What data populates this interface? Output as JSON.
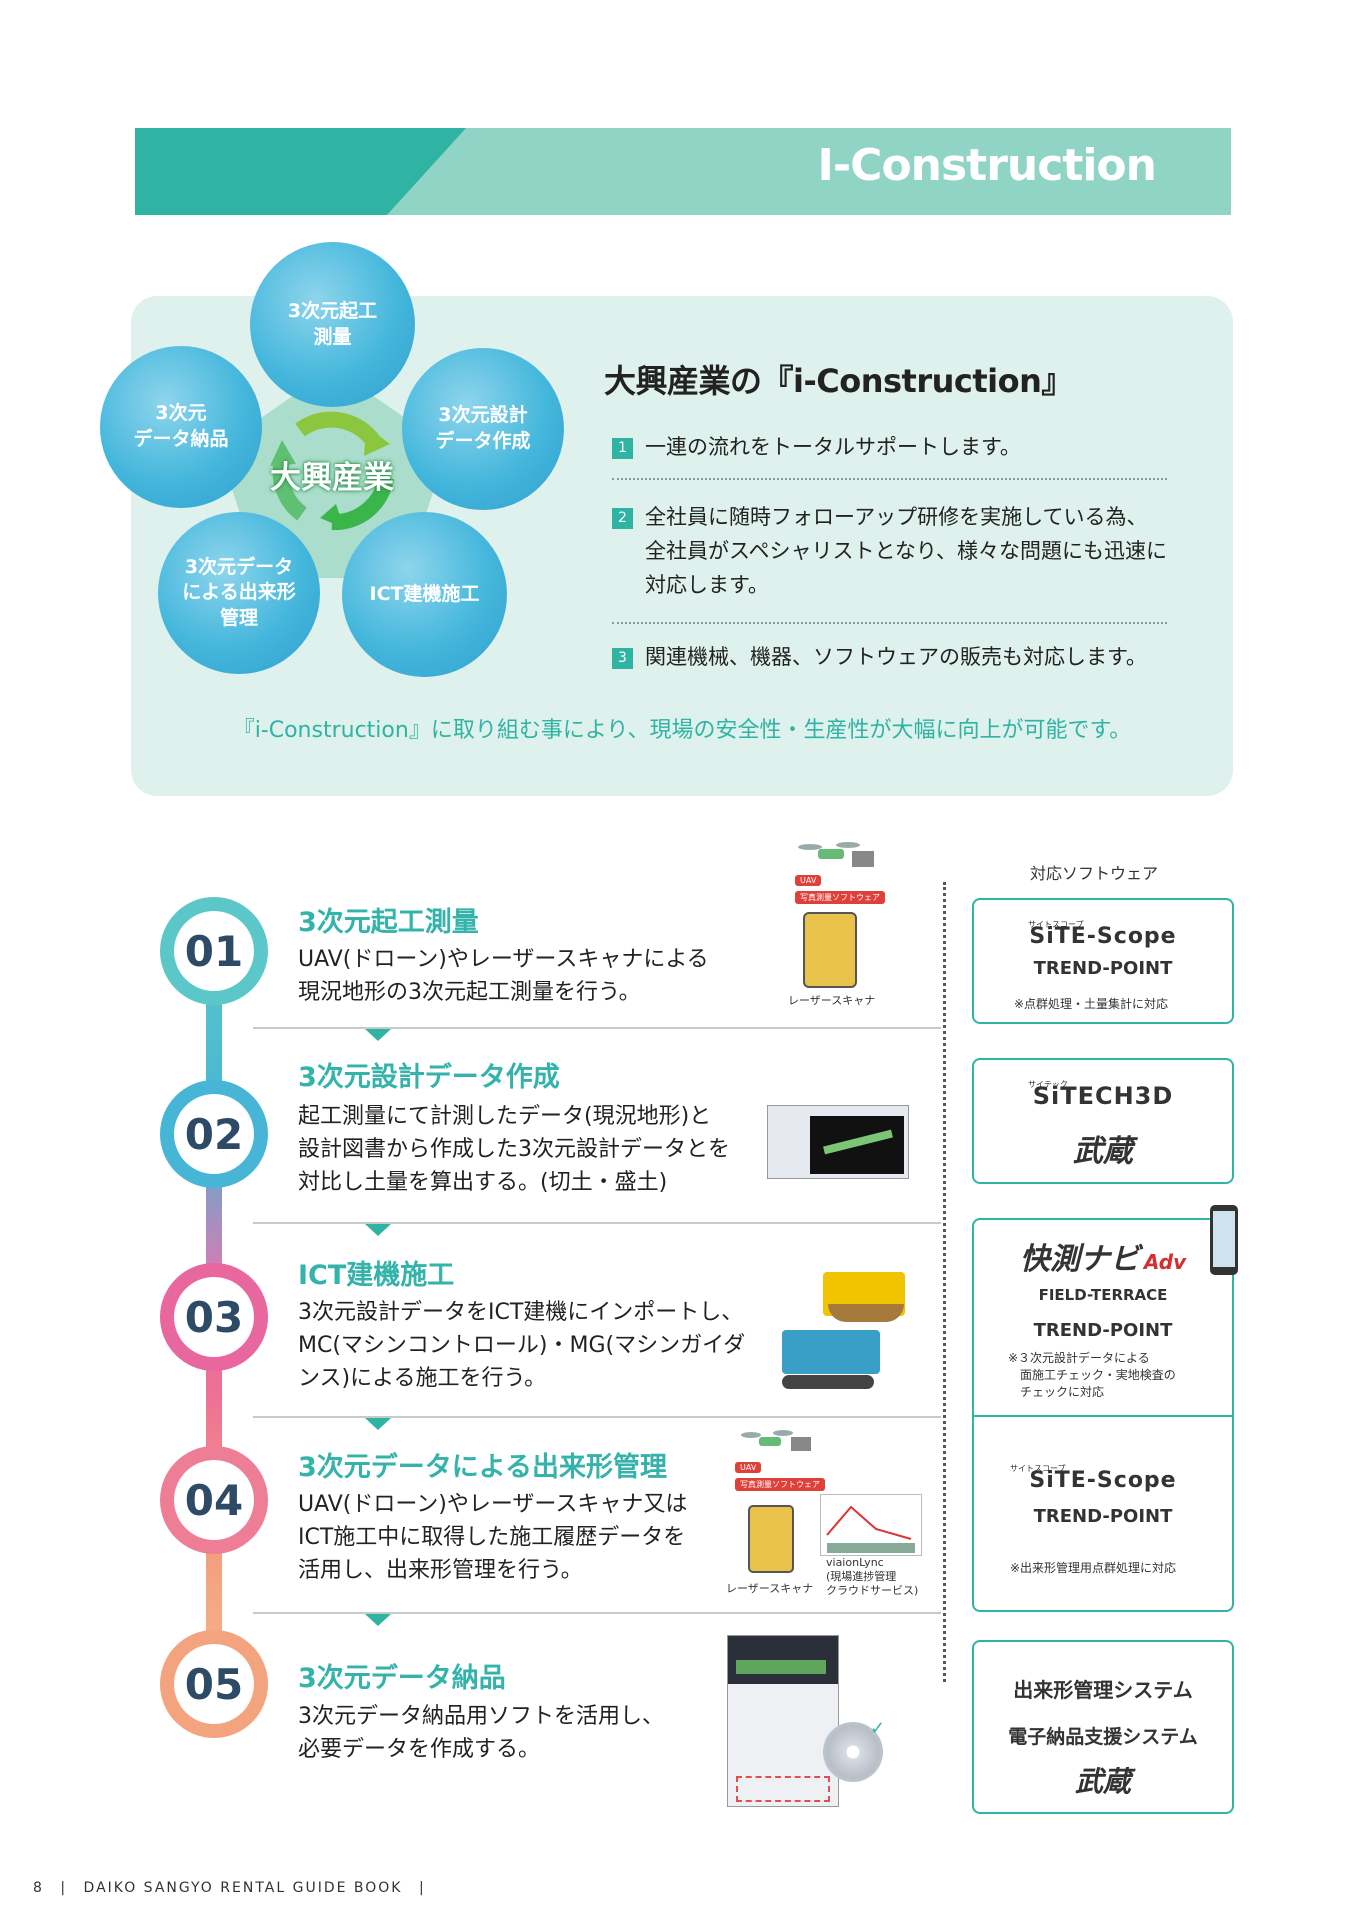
{
  "banner": {
    "title": "I-Construction"
  },
  "intro": {
    "petals": [
      "3次元起工\n測量",
      "3次元設計\nデータ作成",
      "ICT建機施工",
      "3次元データ\nによる出来形\n管理",
      "3次元\nデータ納品"
    ],
    "center": "大興産業",
    "title": "大興産業の『i-Construction』",
    "points": [
      {
        "num": "1",
        "text": "一連の流れをトータルサポートします。"
      },
      {
        "num": "2",
        "text": "全社員に随時フォローアップ研修を実施している為、\n全社員がスペシャリストとなり、様々な問題にも迅速に\n対応します。"
      },
      {
        "num": "3",
        "text": "関連機械、機器、ソフトウェアの販売も対応します。"
      }
    ],
    "tagline": "『i-Construction』に取り組む事により、現場の安全性・生産性が大幅に向上が可能です。"
  },
  "steps": [
    {
      "num": "01",
      "title": "3次元起工測量",
      "desc": "UAV(ドローン)やレーザースキャナによる\n現況地形の3次元起工測量を行う。"
    },
    {
      "num": "02",
      "title": "3次元設計データ作成",
      "desc": "起工測量にて計測したデータ(現況地形)と\n設計図書から作成した3次元設計データとを\n対比し土量を算出する。(切土・盛土)"
    },
    {
      "num": "03",
      "title": "ICT建機施工",
      "desc": "3次元設計データをICT建機にインポートし、\nMC(マシンコントロール)・MG(マシンガイダ\nンス)による施工を行う。"
    },
    {
      "num": "04",
      "title": "3次元データによる出来形管理",
      "desc": "UAV(ドローン)やレーザースキャナ又は\nICT施工中に取得した施工履歴データを\n活用し、出来形管理を行う。"
    },
    {
      "num": "05",
      "title": "3次元データ納品",
      "desc": "3次元データ納品用ソフトを活用し、\n必要データを作成する。"
    }
  ],
  "images": {
    "uav_badge": "UAV",
    "photo_software_badge": "写真測量ソフトウェア",
    "laser_scanner": "レーザースキャナ",
    "viaionlync": "viaionLync\n(現場進捗管理\nクラウドサービス)"
  },
  "software": {
    "label": "対応ソフトウェア",
    "box1": {
      "kana": "サイトスコープ",
      "logo1": "SiTE-Scope",
      "logo2": "TREND-POINT",
      "note": "※点群処理・土量集計に対応"
    },
    "box2": {
      "kana": "サイテック",
      "logo1": "SiTECH3D",
      "logo2": "武蔵"
    },
    "box3": {
      "logo1": "快測ナビ",
      "logo1_suffix": "Adv",
      "logo2": "FIELD-TERRACE",
      "logo3": "TREND-POINT",
      "note": "※３次元設計データによる\n　面施工チェック・実地検査の\n　チェックに対応"
    },
    "box4": {
      "kana": "サイトスコープ",
      "logo1": "SiTE-Scope",
      "logo2": "TREND-POINT",
      "note": "※出来形管理用点群処理に対応"
    },
    "box5": {
      "logo1": "出来形管理システム",
      "logo2": "電子納品支援システム",
      "logo3": "武蔵"
    }
  },
  "footer": {
    "page": "8",
    "text": "DAIKO SANGYO RENTAL GUIDE BOOK"
  },
  "colors": {
    "teal": "#2fb3a3",
    "light_teal": "#8fd4c5",
    "panel": "#dff1ec",
    "navy": "#2d4a66"
  }
}
